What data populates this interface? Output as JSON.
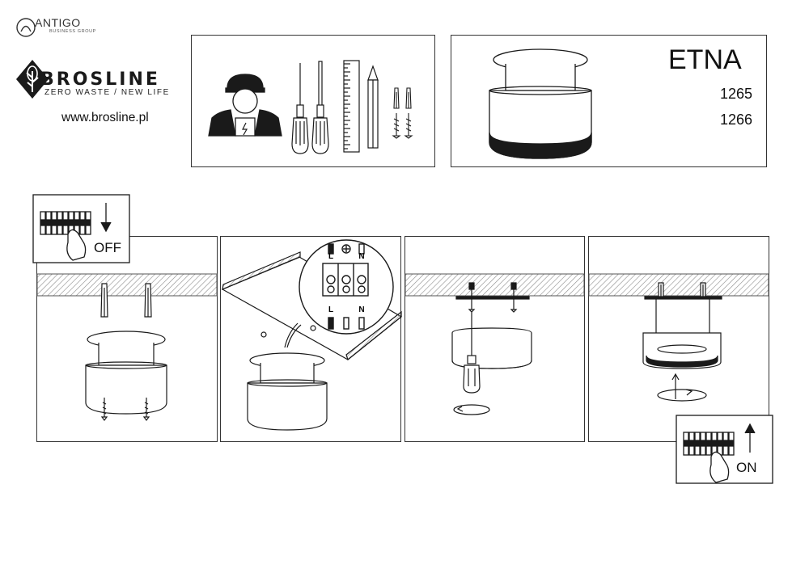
{
  "header": {
    "antigo_name": "ANTIGO",
    "antigo_sub": "BUSINESS GROUP",
    "brand_name": "BROSLINE",
    "brand_tagline": "ZERO WASTE / NEW LIFE",
    "brand_url": "www.brosline.pl"
  },
  "tools_panel": {
    "icons": [
      "electrician-icon",
      "phillips-screwdriver-icon",
      "flat-screwdriver-icon",
      "ruler-icon",
      "pencil-icon",
      "wall-plug-icon",
      "screw-icon"
    ]
  },
  "product": {
    "name": "ETNA",
    "codes": [
      "1265",
      "1266"
    ]
  },
  "steps": {
    "power_off_label": "OFF",
    "power_on_label": "ON",
    "terminal_labels": {
      "live": "L",
      "neutral": "N"
    }
  },
  "colors": {
    "line": "#1a1a1a",
    "ceiling_hatch": "#8a8a8a",
    "panel_border": "#333333"
  }
}
